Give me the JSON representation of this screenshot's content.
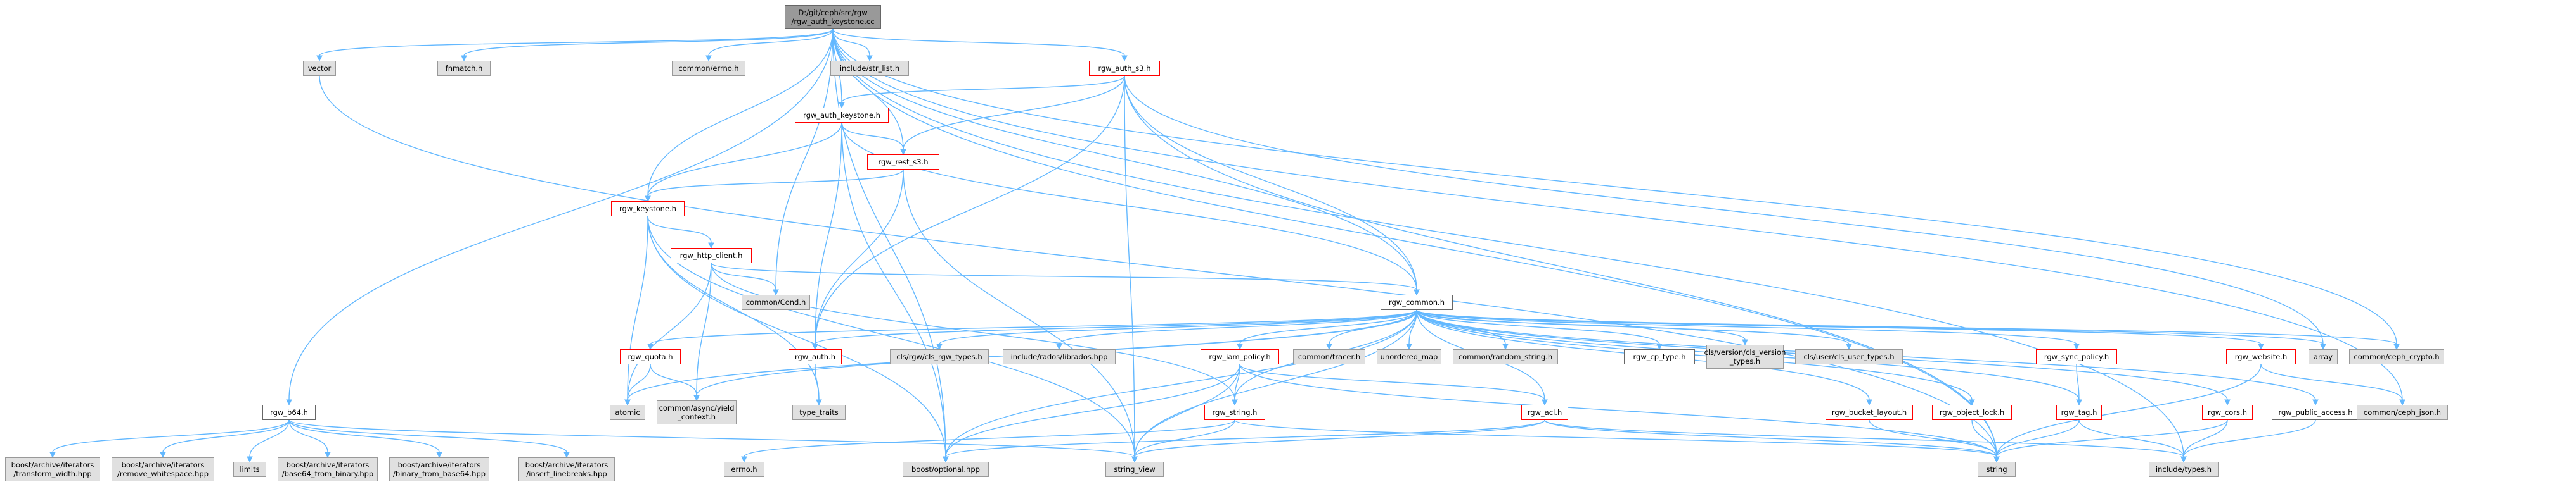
{
  "graph": {
    "nodes": [
      {
        "id": "root",
        "label": "D:/git/ceph/src/rgw\n/rgw_auth_keystone.cc",
        "kind": "root"
      },
      {
        "id": "vector",
        "label": "vector",
        "kind": "grey"
      },
      {
        "id": "fnmatch",
        "label": "fnmatch.h",
        "kind": "grey"
      },
      {
        "id": "errno_c",
        "label": "common/errno.h",
        "kind": "grey"
      },
      {
        "id": "strlist",
        "label": "include/str_list.h",
        "kind": "grey"
      },
      {
        "id": "auth_s3",
        "label": "rgw_auth_s3.h",
        "kind": "red"
      },
      {
        "id": "auth_ks",
        "label": "rgw_auth_keystone.h",
        "kind": "red"
      },
      {
        "id": "rest_s3",
        "label": "rgw_rest_s3.h",
        "kind": "red"
      },
      {
        "id": "keystone",
        "label": "rgw_keystone.h",
        "kind": "red"
      },
      {
        "id": "http_client",
        "label": "rgw_http_client.h",
        "kind": "red"
      },
      {
        "id": "cond",
        "label": "common/Cond.h",
        "kind": "grey"
      },
      {
        "id": "rgw_common",
        "label": "rgw_common.h",
        "kind": "black"
      },
      {
        "id": "b64",
        "label": "rgw_b64.h",
        "kind": "black"
      },
      {
        "id": "quota",
        "label": "rgw_quota.h",
        "kind": "red"
      },
      {
        "id": "rgw_auth",
        "label": "rgw_auth.h",
        "kind": "red"
      },
      {
        "id": "cls_rgw",
        "label": "cls/rgw/cls_rgw_types.h",
        "kind": "grey"
      },
      {
        "id": "librados",
        "label": "include/rados/librados.hpp",
        "kind": "grey"
      },
      {
        "id": "iam_policy",
        "label": "rgw_iam_policy.h",
        "kind": "red"
      },
      {
        "id": "tracer",
        "label": "common/tracer.h",
        "kind": "grey"
      },
      {
        "id": "unordered_map",
        "label": "unordered_map",
        "kind": "grey"
      },
      {
        "id": "random_string",
        "label": "common/random_string.h",
        "kind": "grey"
      },
      {
        "id": "cp_type",
        "label": "rgw_cp_type.h",
        "kind": "black"
      },
      {
        "id": "cls_version",
        "label": "cls/version/cls_version\n_types.h",
        "kind": "grey"
      },
      {
        "id": "cls_user",
        "label": "cls/user/cls_user_types.h",
        "kind": "grey"
      },
      {
        "id": "sync_policy",
        "label": "rgw_sync_policy.h",
        "kind": "red"
      },
      {
        "id": "website",
        "label": "rgw_website.h",
        "kind": "red"
      },
      {
        "id": "array",
        "label": "array",
        "kind": "grey"
      },
      {
        "id": "ceph_crypto",
        "label": "common/ceph_crypto.h",
        "kind": "grey"
      },
      {
        "id": "atomic",
        "label": "atomic",
        "kind": "grey"
      },
      {
        "id": "yield",
        "label": "common/async/yield\n_context.h",
        "kind": "grey"
      },
      {
        "id": "type_traits",
        "label": "type_traits",
        "kind": "grey"
      },
      {
        "id": "rgw_string",
        "label": "rgw_string.h",
        "kind": "red"
      },
      {
        "id": "acl",
        "label": "rgw_acl.h",
        "kind": "red"
      },
      {
        "id": "bucket_layout",
        "label": "rgw_bucket_layout.h",
        "kind": "red"
      },
      {
        "id": "object_lock",
        "label": "rgw_object_lock.h",
        "kind": "red"
      },
      {
        "id": "rgw_tag",
        "label": "rgw_tag.h",
        "kind": "red"
      },
      {
        "id": "cors",
        "label": "rgw_cors.h",
        "kind": "red"
      },
      {
        "id": "public_access",
        "label": "rgw_public_access.h",
        "kind": "black"
      },
      {
        "id": "ceph_json",
        "label": "common/ceph_json.h",
        "kind": "grey"
      },
      {
        "id": "transform_width",
        "label": "boost/archive/iterators\n/transform_width.hpp",
        "kind": "grey"
      },
      {
        "id": "remove_ws",
        "label": "boost/archive/iterators\n/remove_whitespace.hpp",
        "kind": "grey"
      },
      {
        "id": "limits",
        "label": "limits",
        "kind": "grey"
      },
      {
        "id": "base64_from_binary",
        "label": "boost/archive/iterators\n/base64_from_binary.hpp",
        "kind": "grey"
      },
      {
        "id": "binary_from_base64",
        "label": "boost/archive/iterators\n/binary_from_base64.hpp",
        "kind": "grey"
      },
      {
        "id": "insert_linebreaks",
        "label": "boost/archive/iterators\n/insert_linebreaks.hpp",
        "kind": "grey"
      },
      {
        "id": "errno_h",
        "label": "errno.h",
        "kind": "grey"
      },
      {
        "id": "optional",
        "label": "boost/optional.hpp",
        "kind": "grey"
      },
      {
        "id": "string_view",
        "label": "string_view",
        "kind": "grey"
      },
      {
        "id": "string",
        "label": "string",
        "kind": "grey"
      },
      {
        "id": "types_h",
        "label": "include/types.h",
        "kind": "grey"
      }
    ],
    "edges": [
      [
        "root",
        "vector"
      ],
      [
        "root",
        "fnmatch"
      ],
      [
        "root",
        "errno_c"
      ],
      [
        "root",
        "strlist"
      ],
      [
        "root",
        "auth_s3"
      ],
      [
        "root",
        "auth_ks"
      ],
      [
        "root",
        "rest_s3"
      ],
      [
        "root",
        "keystone"
      ],
      [
        "root",
        "cond"
      ],
      [
        "root",
        "rgw_common"
      ],
      [
        "root",
        "b64"
      ],
      [
        "root",
        "ceph_crypto"
      ],
      [
        "root",
        "ceph_json"
      ],
      [
        "root",
        "string"
      ],
      [
        "root",
        "types_h"
      ],
      [
        "root",
        "optional"
      ],
      [
        "auth_s3",
        "auth_ks"
      ],
      [
        "auth_s3",
        "rest_s3"
      ],
      [
        "auth_s3",
        "rgw_common"
      ],
      [
        "auth_s3",
        "rgw_auth"
      ],
      [
        "auth_s3",
        "array"
      ],
      [
        "auth_s3",
        "string"
      ],
      [
        "auth_s3",
        "string_view"
      ],
      [
        "auth_ks",
        "rest_s3"
      ],
      [
        "auth_ks",
        "keystone"
      ],
      [
        "auth_ks",
        "rgw_common"
      ],
      [
        "auth_ks",
        "rgw_auth"
      ],
      [
        "auth_ks",
        "optional"
      ],
      [
        "rest_s3",
        "keystone"
      ],
      [
        "rest_s3",
        "rgw_auth"
      ],
      [
        "rest_s3",
        "string_view"
      ],
      [
        "keystone",
        "http_client"
      ],
      [
        "keystone",
        "atomic"
      ],
      [
        "keystone",
        "type_traits"
      ],
      [
        "keystone",
        "string_view"
      ],
      [
        "keystone",
        "optional"
      ],
      [
        "http_client",
        "cond"
      ],
      [
        "http_client",
        "rgw_common"
      ],
      [
        "http_client",
        "rgw_string"
      ],
      [
        "http_client",
        "atomic"
      ],
      [
        "http_client",
        "yield"
      ],
      [
        "rgw_common",
        "quota"
      ],
      [
        "rgw_common",
        "rgw_auth"
      ],
      [
        "rgw_common",
        "cls_rgw"
      ],
      [
        "rgw_common",
        "librados"
      ],
      [
        "rgw_common",
        "iam_policy"
      ],
      [
        "rgw_common",
        "tracer"
      ],
      [
        "rgw_common",
        "unordered_map"
      ],
      [
        "rgw_common",
        "random_string"
      ],
      [
        "rgw_common",
        "cp_type"
      ],
      [
        "rgw_common",
        "cls_version"
      ],
      [
        "rgw_common",
        "cls_user"
      ],
      [
        "rgw_common",
        "sync_policy"
      ],
      [
        "rgw_common",
        "website"
      ],
      [
        "rgw_common",
        "array"
      ],
      [
        "rgw_common",
        "ceph_crypto"
      ],
      [
        "rgw_common",
        "atomic"
      ],
      [
        "rgw_common",
        "yield"
      ],
      [
        "rgw_common",
        "rgw_string"
      ],
      [
        "rgw_common",
        "acl"
      ],
      [
        "rgw_common",
        "bucket_layout"
      ],
      [
        "rgw_common",
        "object_lock"
      ],
      [
        "rgw_common",
        "rgw_tag"
      ],
      [
        "rgw_common",
        "cors"
      ],
      [
        "rgw_common",
        "public_access"
      ],
      [
        "rgw_common",
        "string_view"
      ],
      [
        "rgw_common",
        "optional"
      ],
      [
        "quota",
        "atomic"
      ],
      [
        "quota",
        "yield"
      ],
      [
        "rgw_auth",
        "type_traits"
      ],
      [
        "iam_policy",
        "rgw_string"
      ],
      [
        "iam_policy",
        "acl"
      ],
      [
        "iam_policy",
        "string"
      ],
      [
        "iam_policy",
        "string_view"
      ],
      [
        "iam_policy",
        "optional"
      ],
      [
        "rgw_string",
        "errno_h"
      ],
      [
        "rgw_string",
        "string"
      ],
      [
        "rgw_string",
        "string_view"
      ],
      [
        "acl",
        "string"
      ],
      [
        "acl",
        "types_h"
      ],
      [
        "acl",
        "string_view"
      ],
      [
        "acl",
        "optional"
      ],
      [
        "bucket_layout",
        "string"
      ],
      [
        "object_lock",
        "string"
      ],
      [
        "sync_policy",
        "rgw_tag"
      ],
      [
        "rgw_tag",
        "string"
      ],
      [
        "rgw_tag",
        "types_h"
      ],
      [
        "website",
        "ceph_json"
      ],
      [
        "website",
        "string"
      ],
      [
        "cors",
        "string"
      ],
      [
        "cors",
        "types_h"
      ],
      [
        "public_access",
        "types_h"
      ],
      [
        "b64",
        "transform_width"
      ],
      [
        "b64",
        "remove_ws"
      ],
      [
        "b64",
        "limits"
      ],
      [
        "b64",
        "base64_from_binary"
      ],
      [
        "b64",
        "binary_from_base64"
      ],
      [
        "b64",
        "insert_linebreaks"
      ],
      [
        "b64",
        "string_view"
      ],
      [
        "vector",
        "string"
      ]
    ]
  }
}
